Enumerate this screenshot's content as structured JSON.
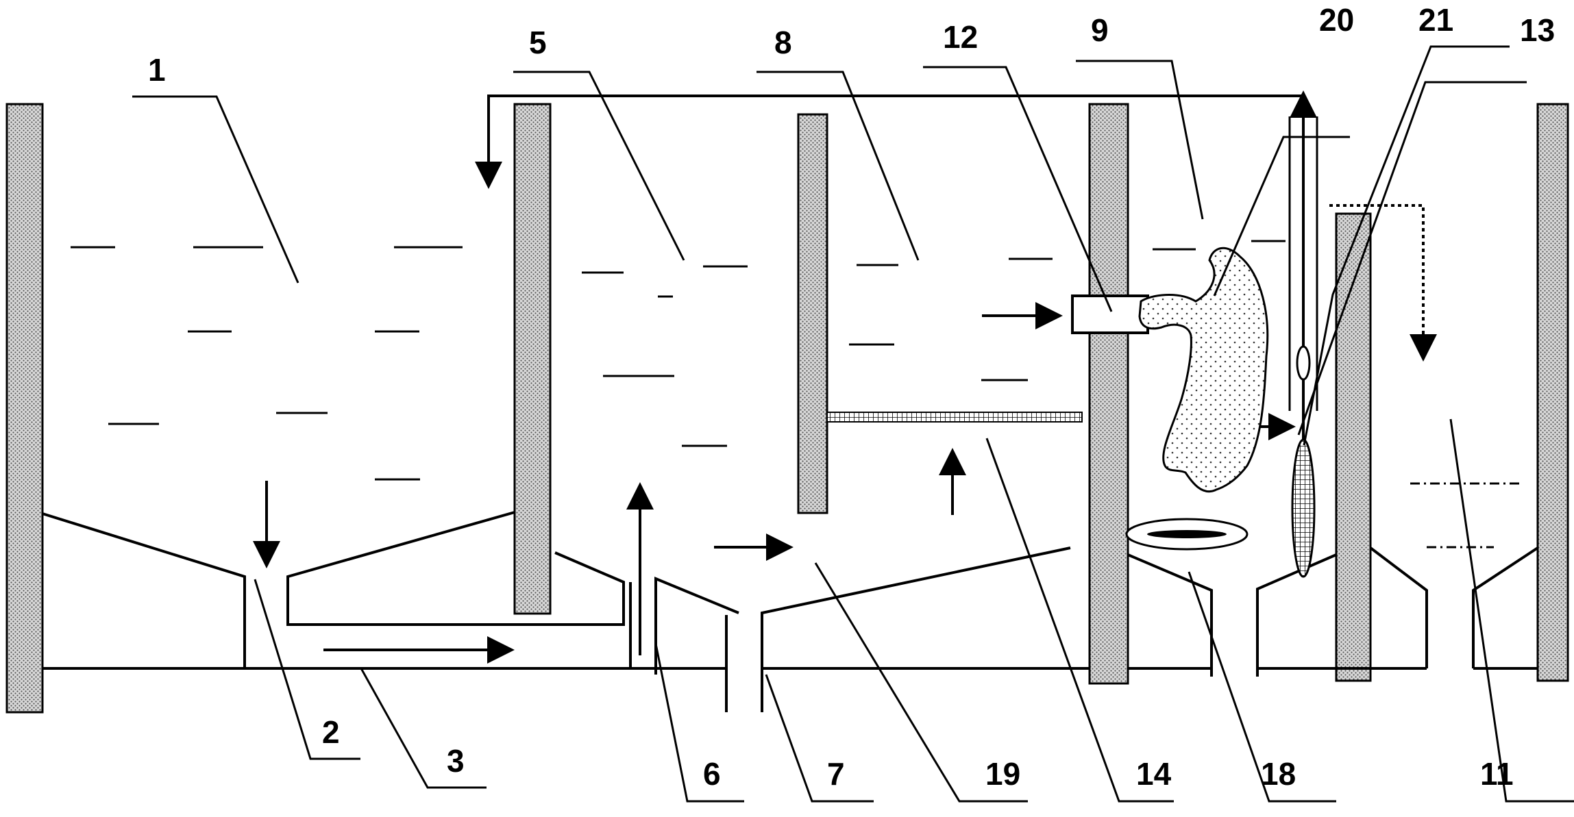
{
  "labels": {
    "l1": "1",
    "l2": "2",
    "l3": "3",
    "l5": "5",
    "l6": "6",
    "l7": "7",
    "l8": "8",
    "l9": "9",
    "l11": "11",
    "l12": "12",
    "l13": "13",
    "l14": "14",
    "l18": "18",
    "l19": "19",
    "l20": "20",
    "l21": "21"
  }
}
